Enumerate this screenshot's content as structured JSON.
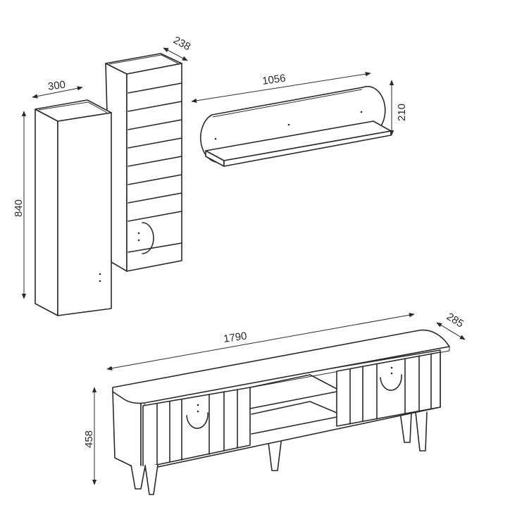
{
  "diagram": {
    "type": "furniture-dimension-drawing",
    "units": "mm",
    "pieces": [
      {
        "name": "tall-cabinet",
        "dimensions": {
          "width": "300",
          "height": "840"
        }
      },
      {
        "name": "slatted-cabinet",
        "dimensions": {
          "depth": "238"
        }
      },
      {
        "name": "wall-shelf",
        "dimensions": {
          "width": "1056",
          "height": "210"
        }
      },
      {
        "name": "tv-stand",
        "dimensions": {
          "width": "1790",
          "depth": "285",
          "height": "458"
        }
      }
    ]
  },
  "labels": {
    "cabinet_width": "300",
    "cabinet_height": "840",
    "slat_cabinet_depth": "238",
    "shelf_width": "1056",
    "shelf_height": "210",
    "tv_width": "1790",
    "tv_depth": "285",
    "tv_height": "458"
  },
  "colors": {
    "line": "#2a2a2a",
    "background": "#ffffff"
  }
}
